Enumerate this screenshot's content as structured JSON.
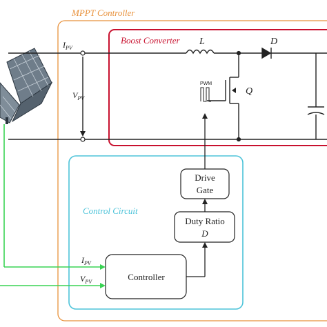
{
  "mppt_title": "MPPT Controller",
  "boost_title": "Boost Converter",
  "control_title": "Control Circuit",
  "labels": {
    "ipv_main": "I",
    "vpv_main": "V",
    "pv_sub": "PV",
    "inductor": "L",
    "diode": "D",
    "switch": "Q",
    "pwm": "PWM",
    "ipv_ctrl": "I",
    "vpv_ctrl": "V"
  },
  "blocks": {
    "drive_gate_line1": "Drive",
    "drive_gate_line2": "Gate",
    "duty_line1": "Duty Ratio",
    "duty_line2": "D",
    "controller": "Controller"
  },
  "colors": {
    "mppt_border": "#e8913b",
    "boost_border": "#c8102e",
    "control_border": "#4cc3d9",
    "sense_wires": "#39d353",
    "circuit": "#222222"
  }
}
